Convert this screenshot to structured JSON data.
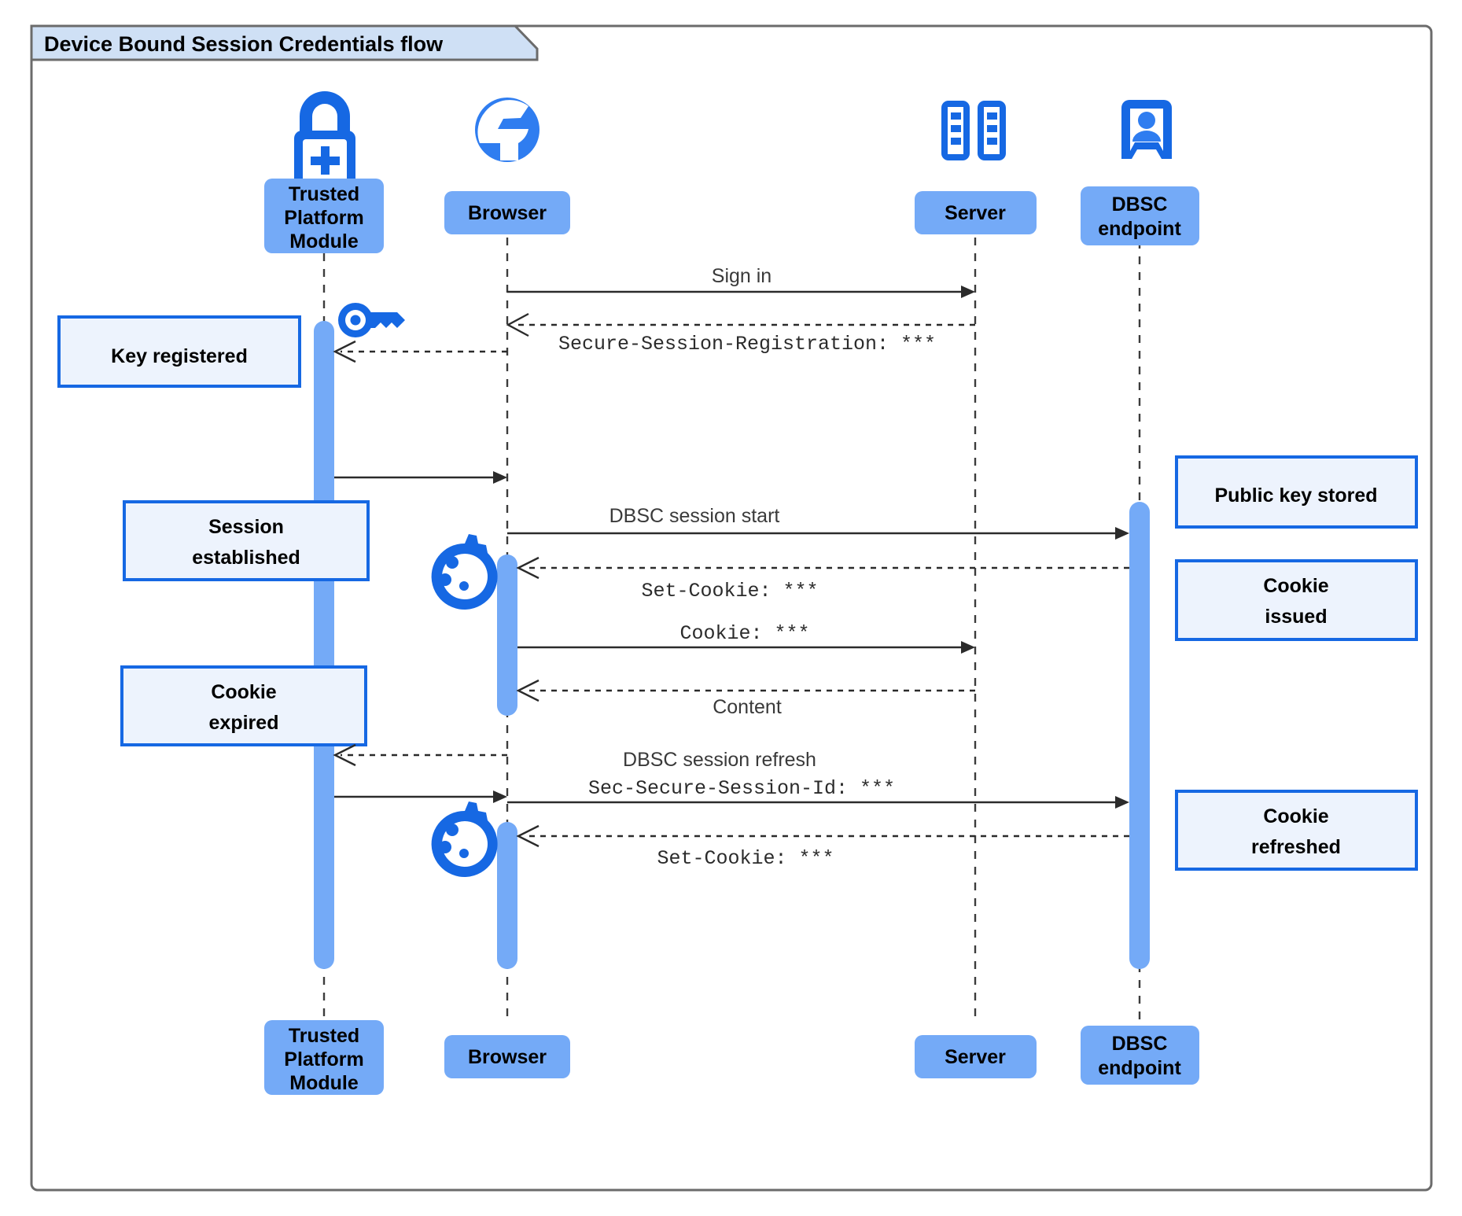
{
  "frame": {
    "title": "Device Bound Session Credentials flow",
    "border_color": "#6b6b6b",
    "tab_fill": "#cfe0f5"
  },
  "colors": {
    "actor_box": "#74aaf7",
    "activation": "#74aaf7",
    "note_fill": "#edf3fd",
    "note_border": "#1668e3",
    "icon": "#1668e3",
    "line": "#2b2b2b"
  },
  "participants": [
    {
      "id": "tpm",
      "name": "Trusted Platform Module",
      "lines": [
        "Trusted",
        "Platform",
        "Module"
      ],
      "icon": "lock-plus-icon"
    },
    {
      "id": "browser",
      "name": "Browser",
      "lines": [
        "Browser"
      ],
      "icon": "globe-icon"
    },
    {
      "id": "server",
      "name": "Server",
      "lines": [
        "Server"
      ],
      "icon": "server-rack-icon"
    },
    {
      "id": "dbsc",
      "name": "DBSC endpoint",
      "lines": [
        "DBSC",
        "endpoint"
      ],
      "icon": "id-badge-icon"
    }
  ],
  "messages": [
    {
      "id": "m1",
      "label": "Sign in",
      "mono": false,
      "from": "browser",
      "to": "server",
      "style": "solid"
    },
    {
      "id": "m2",
      "label": "Secure-Session-Registration: ***",
      "mono": true,
      "from": "server",
      "to": "browser",
      "style": "dashed"
    },
    {
      "id": "m3",
      "label": "",
      "mono": false,
      "from": "browser",
      "to": "tpm",
      "style": "dashed"
    },
    {
      "id": "m4",
      "label": "",
      "mono": false,
      "from": "tpm",
      "to": "browser",
      "style": "solid"
    },
    {
      "id": "m5",
      "label": "DBSC session start",
      "mono": false,
      "from": "browser",
      "to": "dbsc",
      "style": "solid"
    },
    {
      "id": "m6",
      "label": "Set-Cookie: ***",
      "mono": true,
      "from": "dbsc",
      "to": "browser",
      "style": "dashed"
    },
    {
      "id": "m7",
      "label": "Cookie: ***",
      "mono": true,
      "from": "browser",
      "to": "server",
      "style": "solid"
    },
    {
      "id": "m8",
      "label": "Content",
      "mono": false,
      "from": "server",
      "to": "browser",
      "style": "dashed"
    },
    {
      "id": "m9",
      "label": "",
      "mono": false,
      "from": "browser",
      "to": "tpm",
      "style": "dashed"
    },
    {
      "id": "m10",
      "label_line1": "DBSC session refresh",
      "label_line2": "Sec-Secure-Session-Id: ***",
      "from": "browser",
      "to": "dbsc",
      "style": "solid"
    },
    {
      "id": "m11",
      "label": "",
      "mono": false,
      "from": "tpm",
      "to": "browser",
      "style": "solid"
    },
    {
      "id": "m12",
      "label": "Set-Cookie: ***",
      "mono": true,
      "from": "dbsc",
      "to": "browser",
      "style": "dashed"
    }
  ],
  "notes": [
    {
      "id": "n1",
      "lines": [
        "Key registered"
      ],
      "side": "left",
      "attached_to": "tpm"
    },
    {
      "id": "n2",
      "lines": [
        "Session",
        "established"
      ],
      "side": "left",
      "attached_to": "tpm"
    },
    {
      "id": "n3",
      "lines": [
        "Cookie",
        "expired"
      ],
      "side": "left",
      "attached_to": "tpm"
    },
    {
      "id": "n4",
      "lines": [
        "Public key stored"
      ],
      "side": "right",
      "attached_to": "dbsc"
    },
    {
      "id": "n5",
      "lines": [
        "Cookie",
        "issued"
      ],
      "side": "right",
      "attached_to": "dbsc"
    },
    {
      "id": "n6",
      "lines": [
        "Cookie",
        "refreshed"
      ],
      "side": "right",
      "attached_to": "dbsc"
    }
  ],
  "inline_icons": [
    {
      "id": "key1",
      "name": "key-icon",
      "near": "tpm"
    },
    {
      "id": "cookie1",
      "name": "cookie-icon",
      "near": "browser"
    },
    {
      "id": "cookie2",
      "name": "cookie-icon",
      "near": "browser"
    }
  ]
}
